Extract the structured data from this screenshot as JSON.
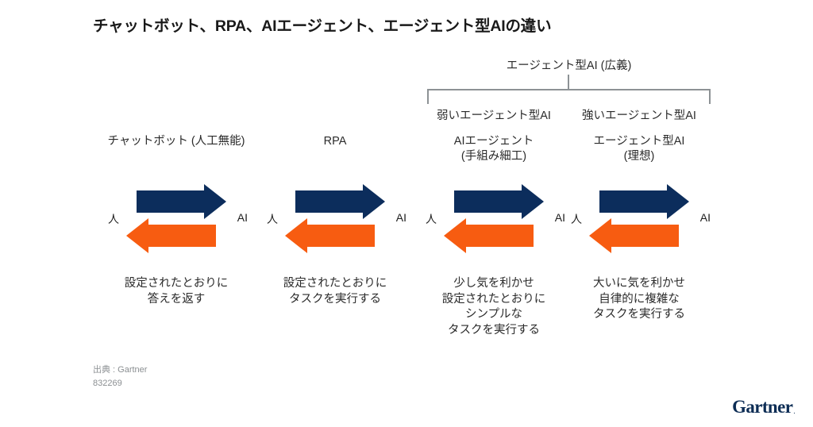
{
  "title": "チャットボット、RPA、AIエージェント、エージェント型AIの違い",
  "colors": {
    "navy_arrow": "#0c2d5c",
    "orange_arrow": "#f75c11",
    "bracket_line": "#8d9295",
    "text": "#2b2b2b",
    "title_text": "#191919",
    "footer_text": "#8b8f92",
    "logo": "#0d2d55",
    "background": "#ffffff"
  },
  "bracket": {
    "top_label": "エージェント型AI (広義)",
    "weak_label": "弱いエージェント型AI",
    "strong_label": "強いエージェント型AI"
  },
  "arrow_endpoints": {
    "left": "人",
    "right": "AI"
  },
  "columns": [
    {
      "id": "chatbot",
      "head_line1": "チャットボット (人工無能)",
      "head_line2": "",
      "caption_lines": [
        "設定されたとおりに",
        "答えを返す"
      ]
    },
    {
      "id": "rpa",
      "head_line1": "RPA",
      "head_line2": "",
      "caption_lines": [
        "設定されたとおりに",
        "タスクを実行する"
      ]
    },
    {
      "id": "ai-agent",
      "head_line1": "AIエージェント",
      "head_line2": "(手組み細工)",
      "caption_lines": [
        "少し気を利かせ",
        "設定されたとおりに",
        "シンプルな",
        "タスクを実行する"
      ]
    },
    {
      "id": "agentic-ai",
      "head_line1": "エージェント型AI",
      "head_line2": "(理想)",
      "caption_lines": [
        "大いに気を利かせ",
        "自律的に複雑な",
        "タスクを実行する"
      ]
    }
  ],
  "footer": {
    "source": "出典 : Gartner",
    "doc_id": "832269",
    "logo_text": "Gartner",
    "logo_mark": "."
  }
}
